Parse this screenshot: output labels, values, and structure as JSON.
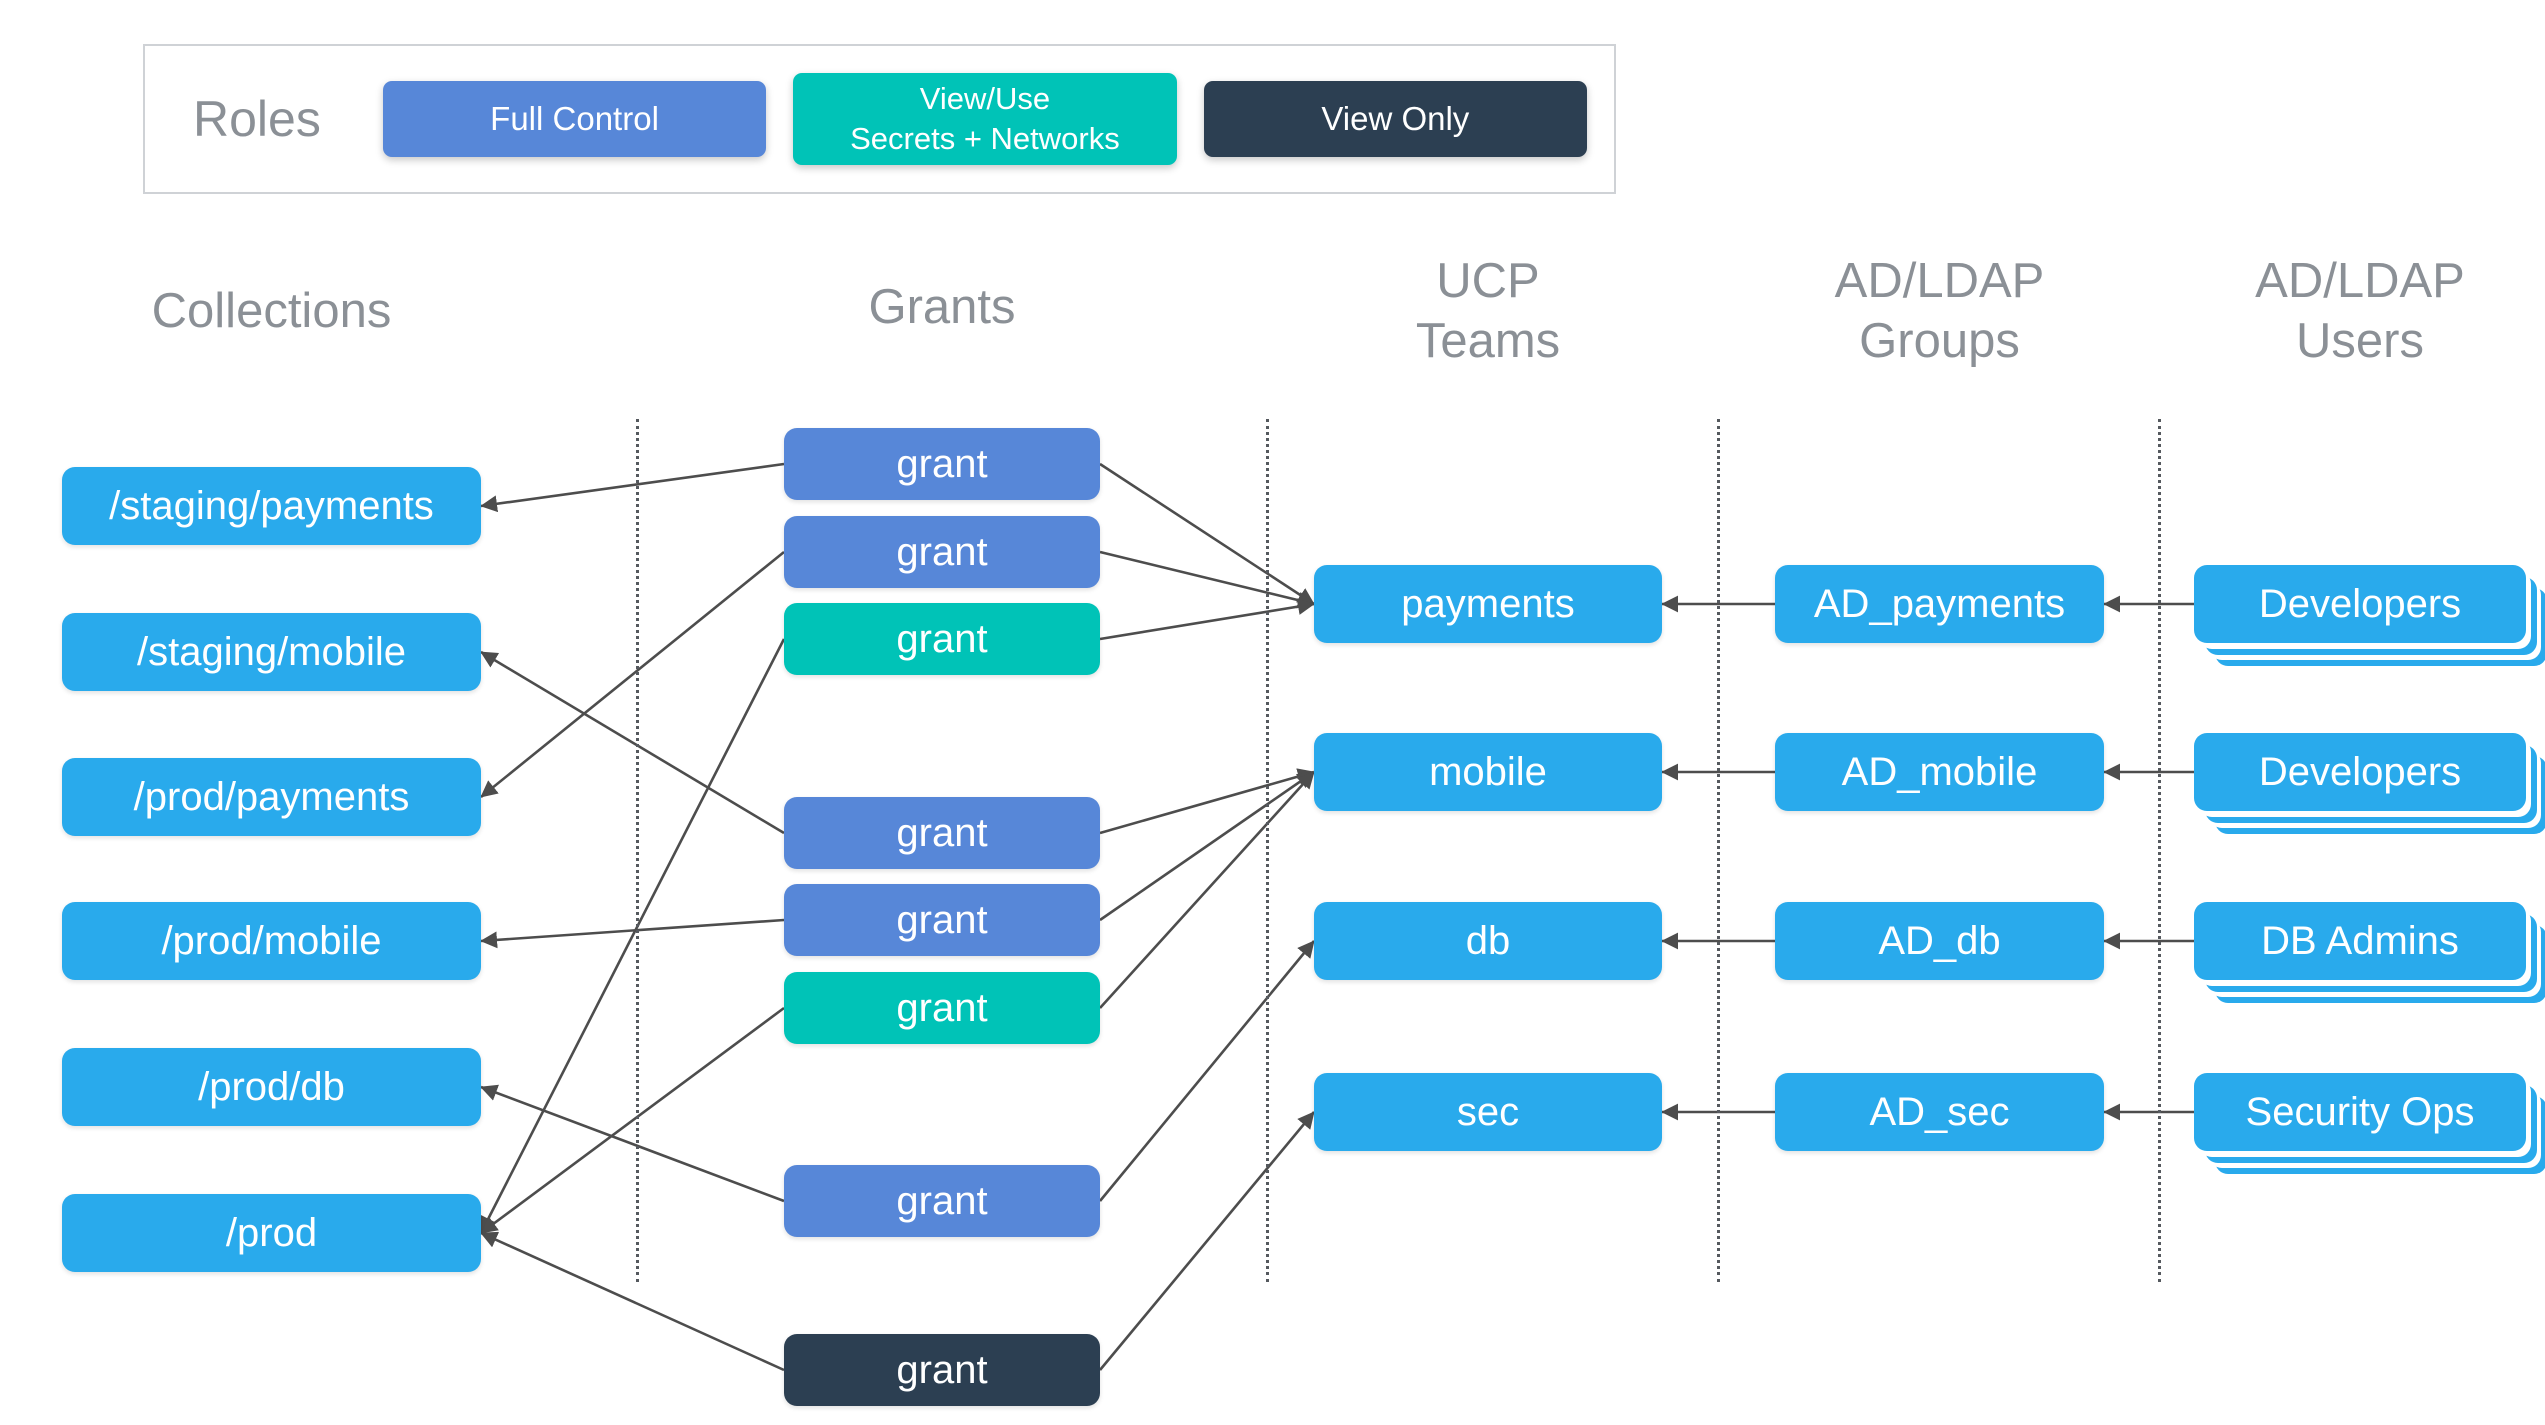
{
  "legend": {
    "title": "Roles",
    "roles": [
      {
        "id": "full-control",
        "label": "Full Control",
        "color": "#5787d8"
      },
      {
        "id": "view-use",
        "label": "View/Use\nSecrets + Networks",
        "color": "#00c3b7"
      },
      {
        "id": "view-only",
        "label": "View Only",
        "color": "#2c3f52"
      }
    ]
  },
  "headers": {
    "collections": "Collections",
    "grants": "Grants",
    "ucp_teams": "UCP\nTeams",
    "adldap_groups": "AD/LDAP\nGroups",
    "adldap_users": "AD/LDAP\nUsers"
  },
  "collections": [
    {
      "id": "col-staging-payments",
      "label": "/staging/payments"
    },
    {
      "id": "col-staging-mobile",
      "label": "/staging/mobile"
    },
    {
      "id": "col-prod-payments",
      "label": "/prod/payments"
    },
    {
      "id": "col-prod-mobile",
      "label": "/prod/mobile"
    },
    {
      "id": "col-prod-db",
      "label": "/prod/db"
    },
    {
      "id": "col-prod",
      "label": "/prod"
    }
  ],
  "grants": [
    {
      "id": "grant-1",
      "label": "grant",
      "role": "full-control"
    },
    {
      "id": "grant-2",
      "label": "grant",
      "role": "full-control"
    },
    {
      "id": "grant-3",
      "label": "grant",
      "role": "view-use"
    },
    {
      "id": "grant-4",
      "label": "grant",
      "role": "full-control"
    },
    {
      "id": "grant-5",
      "label": "grant",
      "role": "full-control"
    },
    {
      "id": "grant-6",
      "label": "grant",
      "role": "view-use"
    },
    {
      "id": "grant-7",
      "label": "grant",
      "role": "full-control"
    },
    {
      "id": "grant-8",
      "label": "grant",
      "role": "view-only"
    }
  ],
  "teams": [
    {
      "id": "team-payments",
      "label": "payments"
    },
    {
      "id": "team-mobile",
      "label": "mobile"
    },
    {
      "id": "team-db",
      "label": "db"
    },
    {
      "id": "team-sec",
      "label": "sec"
    }
  ],
  "groups": [
    {
      "id": "group-payments",
      "label": "AD_payments"
    },
    {
      "id": "group-mobile",
      "label": "AD_mobile"
    },
    {
      "id": "group-db",
      "label": "AD_db"
    },
    {
      "id": "group-sec",
      "label": "AD_sec"
    }
  ],
  "users": [
    {
      "id": "users-developers-1",
      "label": "Developers"
    },
    {
      "id": "users-developers-2",
      "label": "Developers"
    },
    {
      "id": "users-db-admins",
      "label": "DB Admins"
    },
    {
      "id": "users-security-ops",
      "label": "Security Ops"
    }
  ],
  "edges": [
    {
      "from": "grant-1",
      "to": "col-staging-payments"
    },
    {
      "from": "grant-2",
      "to": "col-prod-payments"
    },
    {
      "from": "grant-3",
      "to": "col-prod"
    },
    {
      "from": "grant-4",
      "to": "col-staging-mobile"
    },
    {
      "from": "grant-5",
      "to": "col-prod-mobile"
    },
    {
      "from": "grant-6",
      "to": "col-prod"
    },
    {
      "from": "grant-7",
      "to": "col-prod-db"
    },
    {
      "from": "grant-8",
      "to": "col-prod"
    },
    {
      "from": "grant-1",
      "to": "team-payments"
    },
    {
      "from": "grant-2",
      "to": "team-payments"
    },
    {
      "from": "grant-3",
      "to": "team-payments"
    },
    {
      "from": "grant-4",
      "to": "team-mobile"
    },
    {
      "from": "grant-5",
      "to": "team-mobile"
    },
    {
      "from": "grant-6",
      "to": "team-mobile"
    },
    {
      "from": "grant-7",
      "to": "team-db"
    },
    {
      "from": "grant-8",
      "to": "team-sec"
    },
    {
      "from": "group-payments",
      "to": "team-payments"
    },
    {
      "from": "group-mobile",
      "to": "team-mobile"
    },
    {
      "from": "group-db",
      "to": "team-db"
    },
    {
      "from": "group-sec",
      "to": "team-sec"
    },
    {
      "from": "users-developers-1",
      "to": "group-payments"
    },
    {
      "from": "users-developers-2",
      "to": "group-mobile"
    },
    {
      "from": "users-db-admins",
      "to": "group-db"
    },
    {
      "from": "users-security-ops",
      "to": "group-sec"
    }
  ],
  "colors": {
    "node_blue": "#29aaec",
    "grant_blue": "#5787d8",
    "grant_teal": "#00c3b7",
    "grant_dark": "#2c3f52",
    "arrow": "#4d4d4d",
    "header_gray": "#8b9096"
  }
}
